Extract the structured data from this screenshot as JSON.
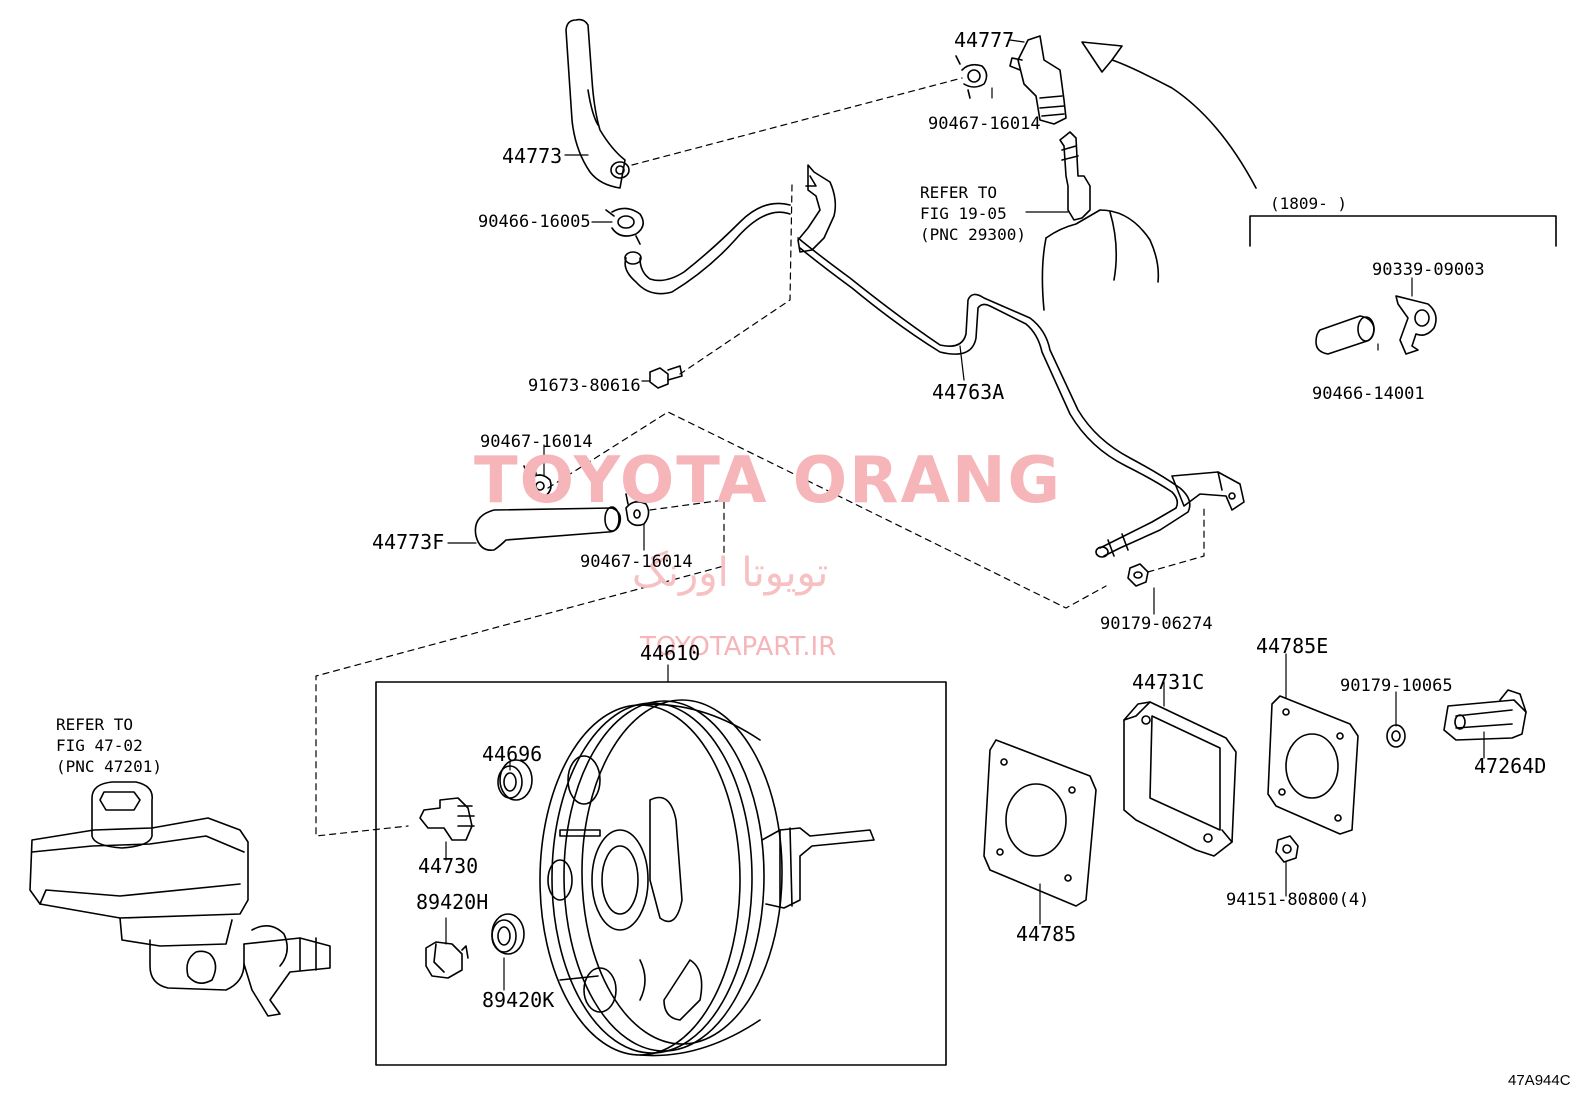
{
  "watermark": {
    "brand": "TOYOTA ORANG",
    "persian": "تویوتا اورنگ",
    "url": "TOYOTAPART.IR"
  },
  "figure_code": "47A944C",
  "refs": {
    "ref_29300": "REFER TO\nFIG 19-05\n(PNC 29300)",
    "ref_47201": "REFER TO\nFIG 47-02\n(PNC 47201)"
  },
  "date_bracket": "(1809-      )",
  "parts": {
    "p44777": "44777",
    "p90467_top": "90467-16014",
    "p44773": "44773",
    "p90466_16005": "90466-16005",
    "p91673": "91673-80616",
    "p44763A": "44763A",
    "p90467_mid1": "90467-16014",
    "p44773F": "44773F",
    "p90467_mid2": "90467-16014",
    "p90179_06274": "90179-06274",
    "p90339": "90339-09003",
    "p90466_14001": "90466-14001",
    "p44610": "44610",
    "p44696": "44696",
    "p44730": "44730",
    "p89420H": "89420H",
    "p89420K": "89420K",
    "p44785": "44785",
    "p44731C": "44731C",
    "p44785E": "44785E",
    "p90179_10065": "90179-10065",
    "p47264D": "47264D",
    "p94151": "94151-80800(4)"
  }
}
